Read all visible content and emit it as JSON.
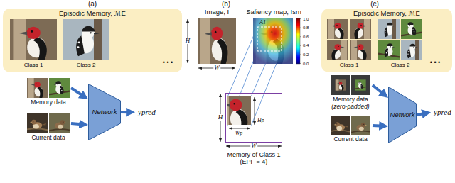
{
  "diagram": {
    "nodes": [
      {
        "text": [
          "Episodic Memory, ℳE"
        ]
      },
      {
        "text": [
          "Class 1"
        ],
        "in": 0
      },
      {
        "text": [
          "Class 2"
        ],
        "in": 0
      },
      {
        "text": [
          "Memory data"
        ]
      },
      {
        "text": [
          "Current data"
        ]
      },
      {
        "text": [
          "Network"
        ]
      },
      {
        "text": [
          "ypred"
        ]
      },
      {
        "text": [
          "Image, I"
        ]
      },
      {
        "text": [
          "Saliency map, Ism"
        ]
      },
      {
        "text": [
          "Memory of Class 1 (EPF = 4)"
        ]
      },
      {
        "text": [
          "Episodic Memory, ℳE"
        ]
      },
      {
        "text": [
          "Class 1"
        ],
        "in": 10
      },
      {
        "text": [
          "Class 2"
        ],
        "in": 10
      },
      {
        "text": [
          "Memory data",
          "(zero-padded)"
        ]
      },
      {
        "text": [
          "Current data"
        ]
      },
      {
        "text": [
          "Network"
        ]
      },
      {
        "text": [
          "ypred"
        ]
      }
    ],
    "edges": [
      {
        "from": 3,
        "to": 5,
        "arrow": "to"
      },
      {
        "from": 4,
        "to": 5,
        "arrow": "to"
      },
      {
        "from": 5,
        "to": 6,
        "arrow": "to"
      },
      {
        "from": 13,
        "to": 15,
        "arrow": "to"
      },
      {
        "from": 14,
        "to": 15,
        "arrow": "to"
      },
      {
        "from": 15,
        "to": 16,
        "arrow": "to"
      }
    ],
    "labels": [
      "(a)",
      "• • •",
      "(b)",
      "H",
      "W",
      "A1",
      "1.0",
      "0.8",
      "0.6",
      "0.4",
      "0.2",
      "0.0",
      "H",
      "W",
      "Hp",
      "Wp",
      "(c)",
      "• • •"
    ]
  }
}
